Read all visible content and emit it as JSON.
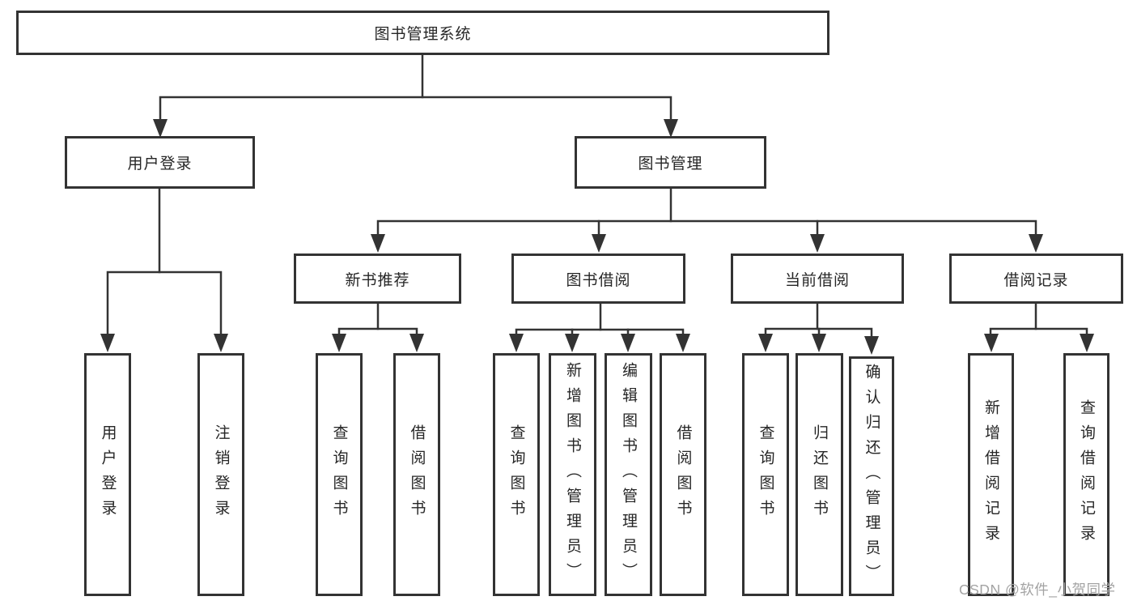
{
  "tree": {
    "label": "图书管理系统",
    "children": [
      {
        "label": "用户登录",
        "children": [
          {
            "label": "用户登录"
          },
          {
            "label": "注销登录"
          }
        ]
      },
      {
        "label": "图书管理",
        "children": [
          {
            "label": "新书推荐",
            "children": [
              {
                "label": "查询图书"
              },
              {
                "label": "借阅图书"
              }
            ]
          },
          {
            "label": "图书借阅",
            "children": [
              {
                "label": "查询图书"
              },
              {
                "label": "新增图书（管理员）"
              },
              {
                "label": "编辑图书（管理员）"
              },
              {
                "label": "借阅图书"
              }
            ]
          },
          {
            "label": "当前借阅",
            "children": [
              {
                "label": "查询图书"
              },
              {
                "label": "归还图书"
              },
              {
                "label": "确认归还（管理员）"
              }
            ]
          },
          {
            "label": "借阅记录",
            "children": [
              {
                "label": "新增借阅记录"
              },
              {
                "label": "查询借阅记录"
              }
            ]
          }
        ]
      }
    ]
  },
  "watermark": {
    "text": "CSDN @软件_小贺同学"
  },
  "colors": {
    "line_color": "#333333",
    "text_color": "#262626",
    "bg_color": "#ffffff",
    "watermark_color": "#a3a3a3"
  }
}
